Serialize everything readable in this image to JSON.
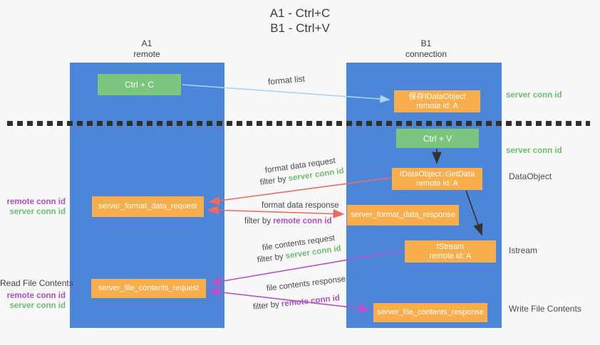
{
  "title": {
    "line1": "A1 - Ctrl+C",
    "line2": "B1 - Ctrl+V"
  },
  "columns": {
    "a1": {
      "name": "A1",
      "subtitle": "remote"
    },
    "b1": {
      "name": "B1",
      "subtitle": "connection"
    }
  },
  "nodes": {
    "ctrl_c": "Ctrl + C",
    "ctrl_v": "Ctrl + V",
    "save_idataobject": {
      "line1": "保存IDataObject",
      "line2": "remote id: A"
    },
    "getdata": {
      "line1": "IDataObject::GetData",
      "line2": "remote id: A"
    },
    "istream": {
      "line1": "IStream",
      "line2": "remote id: A"
    },
    "format_request": "server_format_data_request",
    "format_response": "server_format_data_response",
    "file_request": "server_file_contents_request",
    "file_response": "server_file_contents_response"
  },
  "labels": {
    "format_list": "format list",
    "format_data_request": "format data request",
    "format_data_response": "format data response",
    "file_contents_request": "file contents request",
    "file_contents_response": "file contents response",
    "filter_by": "filter by",
    "server_conn_id": "server conn id",
    "remote_conn_id": "remote conn id",
    "dataobject": "DataObject",
    "istream": "Istream",
    "read_file_contents": "Read File Contents",
    "write_file_contents": "Write File Contents"
  },
  "colors": {
    "lane_blue": "#4d86d9",
    "node_green": "#7cc57f",
    "node_orange": "#f9ae4b",
    "arrow_lightblue": "#aad4f5",
    "arrow_red": "#ee6a5f",
    "arrow_magenta": "#bb4fc5",
    "arrow_black": "#333333",
    "text_green": "#6abf6f",
    "text_purple": "#b04fc3"
  }
}
